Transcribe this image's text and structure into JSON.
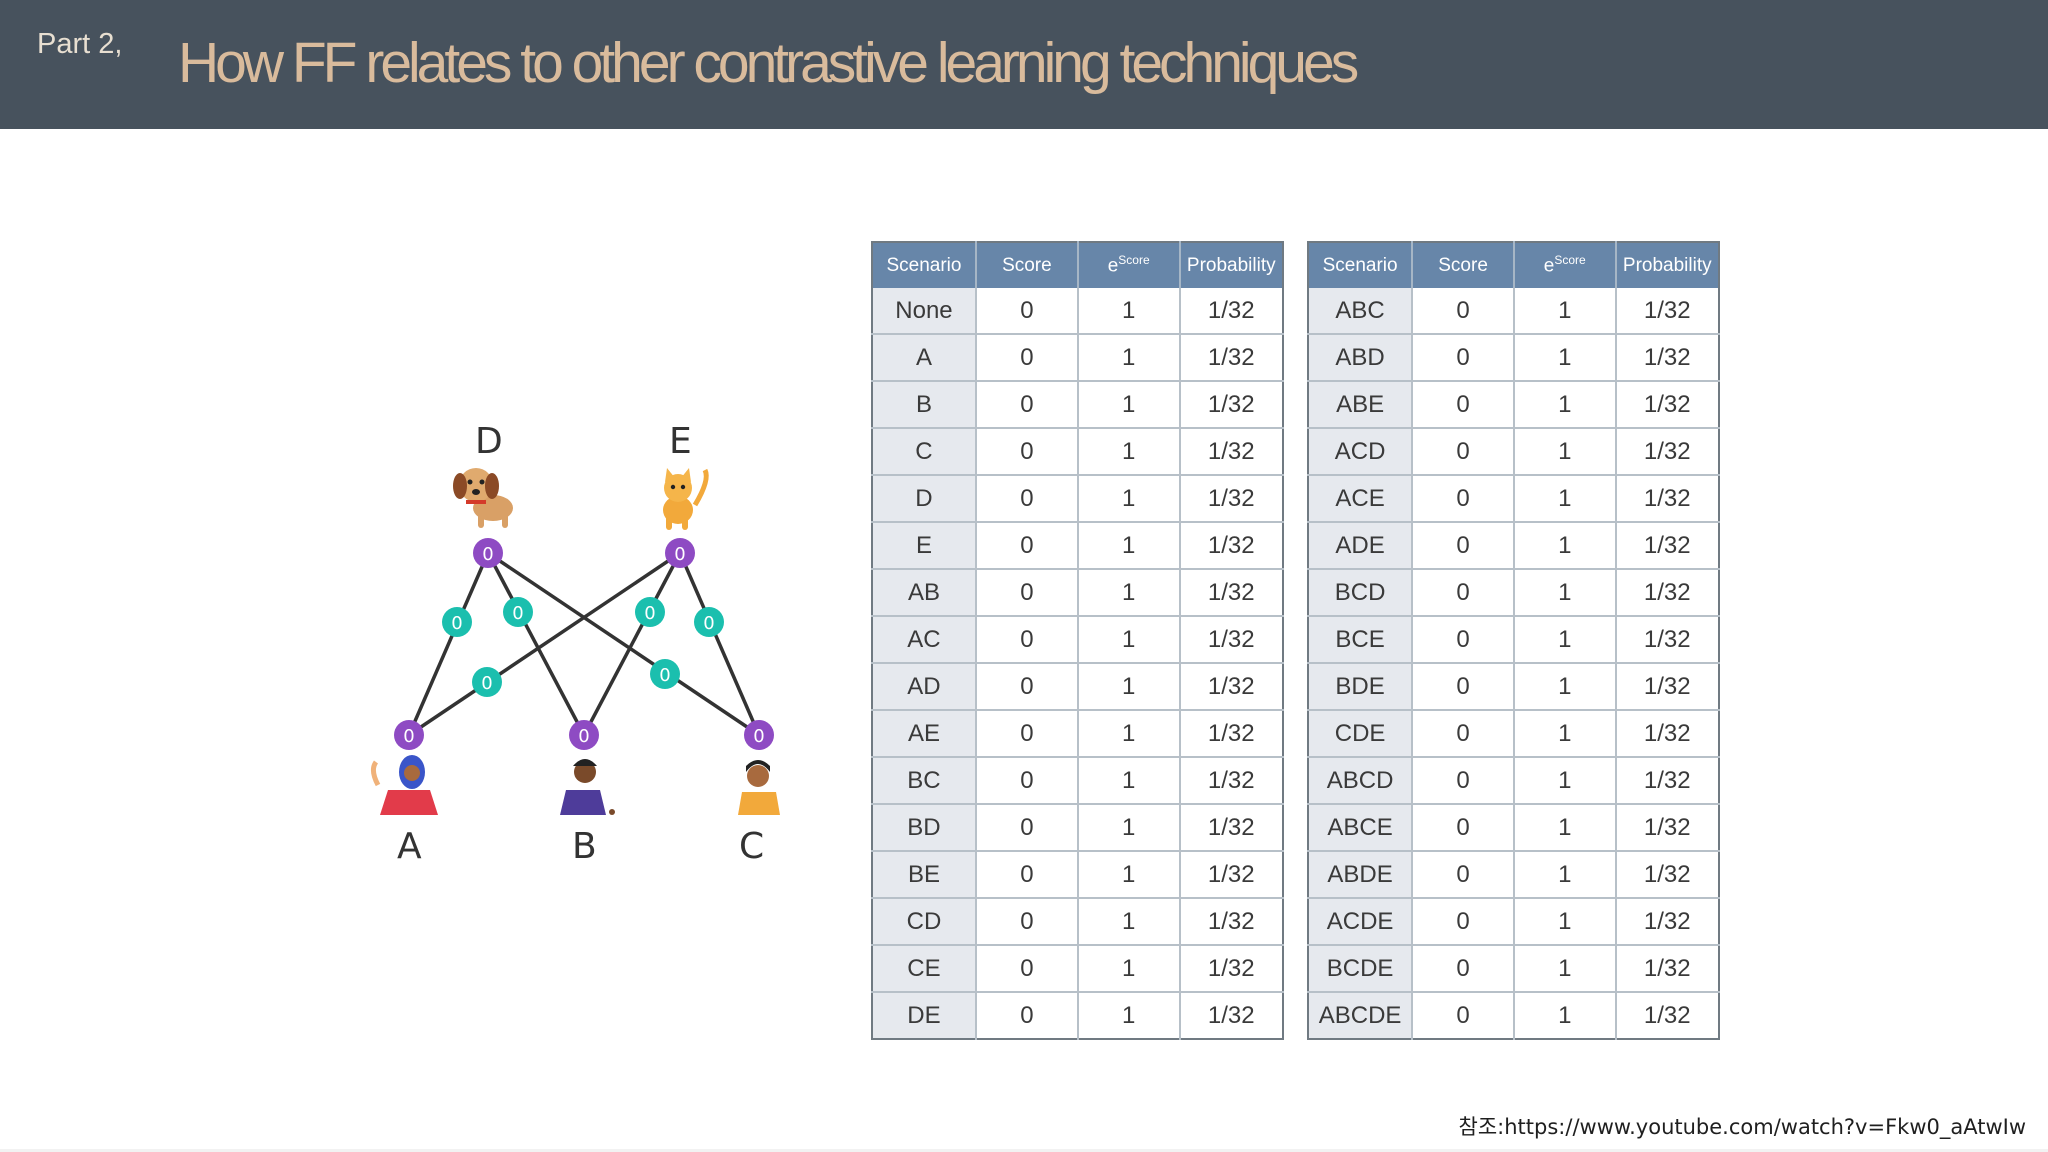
{
  "header": {
    "part": "Part 2,",
    "title": "How FF relates to other contrastive learning techniques"
  },
  "graph": {
    "labels": {
      "A": "A",
      "B": "B",
      "C": "C",
      "D": "D",
      "E": "E"
    },
    "node_value": "0",
    "colors": {
      "person_node": "#8e4bc3",
      "edge_node": "#1bbfae",
      "edge": "#333333"
    }
  },
  "tables": [
    {
      "columns": [
        "Scenario",
        "Score",
        "e",
        "Score",
        "Probability"
      ],
      "rows": [
        [
          "None",
          "0",
          "1",
          "1/32"
        ],
        [
          "A",
          "0",
          "1",
          "1/32"
        ],
        [
          "B",
          "0",
          "1",
          "1/32"
        ],
        [
          "C",
          "0",
          "1",
          "1/32"
        ],
        [
          "D",
          "0",
          "1",
          "1/32"
        ],
        [
          "E",
          "0",
          "1",
          "1/32"
        ],
        [
          "AB",
          "0",
          "1",
          "1/32"
        ],
        [
          "AC",
          "0",
          "1",
          "1/32"
        ],
        [
          "AD",
          "0",
          "1",
          "1/32"
        ],
        [
          "AE",
          "0",
          "1",
          "1/32"
        ],
        [
          "BC",
          "0",
          "1",
          "1/32"
        ],
        [
          "BD",
          "0",
          "1",
          "1/32"
        ],
        [
          "BE",
          "0",
          "1",
          "1/32"
        ],
        [
          "CD",
          "0",
          "1",
          "1/32"
        ],
        [
          "CE",
          "0",
          "1",
          "1/32"
        ],
        [
          "DE",
          "0",
          "1",
          "1/32"
        ]
      ]
    },
    {
      "columns": [
        "Scenario",
        "Score",
        "e",
        "Score",
        "Probability"
      ],
      "rows": [
        [
          "ABC",
          "0",
          "1",
          "1/32"
        ],
        [
          "ABD",
          "0",
          "1",
          "1/32"
        ],
        [
          "ABE",
          "0",
          "1",
          "1/32"
        ],
        [
          "ACD",
          "0",
          "1",
          "1/32"
        ],
        [
          "ACE",
          "0",
          "1",
          "1/32"
        ],
        [
          "ADE",
          "0",
          "1",
          "1/32"
        ],
        [
          "BCD",
          "0",
          "1",
          "1/32"
        ],
        [
          "BCE",
          "0",
          "1",
          "1/32"
        ],
        [
          "BDE",
          "0",
          "1",
          "1/32"
        ],
        [
          "CDE",
          "0",
          "1",
          "1/32"
        ],
        [
          "ABCD",
          "0",
          "1",
          "1/32"
        ],
        [
          "ABCE",
          "0",
          "1",
          "1/32"
        ],
        [
          "ABDE",
          "0",
          "1",
          "1/32"
        ],
        [
          "ACDE",
          "0",
          "1",
          "1/32"
        ],
        [
          "BCDE",
          "0",
          "1",
          "1/32"
        ],
        [
          "ABCDE",
          "0",
          "1",
          "1/32"
        ]
      ]
    }
  ],
  "source": "참조:https://www.youtube.com/watch?v=Fkw0_aAtwIw",
  "colors": {
    "header_bg": "#47525d",
    "title": "#d9bb9c",
    "table_header": "#6786a9",
    "scenario_column": "#e6e9ee"
  }
}
